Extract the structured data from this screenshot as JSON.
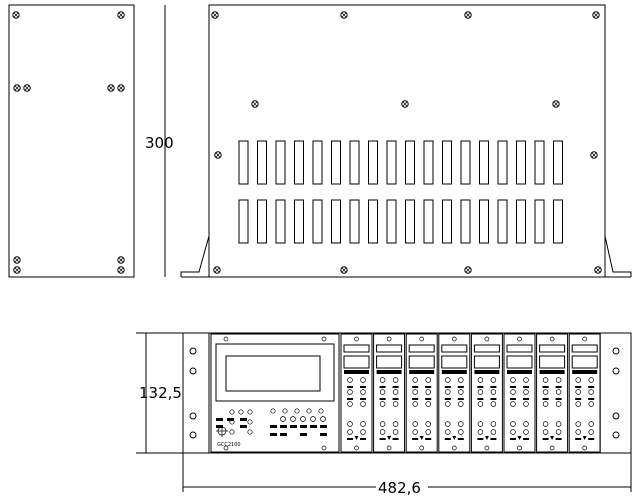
{
  "dimensions": {
    "depth": "300",
    "height": "132,5",
    "width": "482,6"
  },
  "controller_label": "GCC2100",
  "counts": {
    "module_cards": 8,
    "vent_slots_per_row": 18,
    "vent_rows": 2
  },
  "colors": {
    "line": "#000000",
    "background": "#ffffff"
  },
  "icons": [
    "screw-icon",
    "mounting-hole-icon",
    "knob-icon"
  ]
}
